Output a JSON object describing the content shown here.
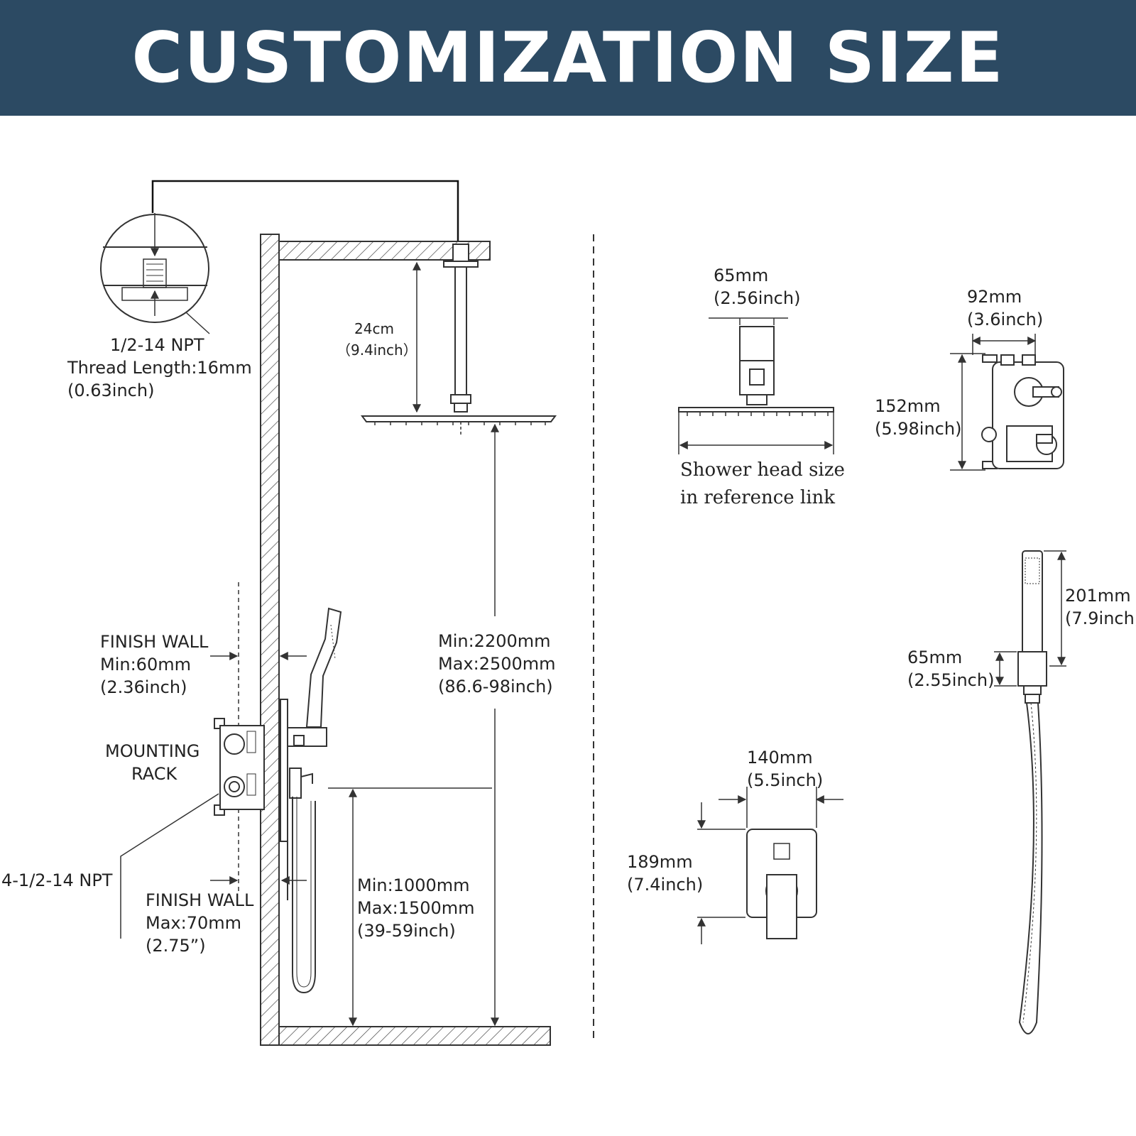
{
  "header": {
    "title": "CUSTOMIZATION SIZE"
  },
  "left_diagram": {
    "thread_callout": {
      "line1": "1/2-14 NPT",
      "line2": "Thread Length:16mm",
      "line3": "(0.63inch)"
    },
    "arm_length": {
      "line1": "24cm",
      "line2": "（9.4inch）"
    },
    "head_height": {
      "line1": "Min:2200mm",
      "line2": "Max:2500mm",
      "line3": "(86.6-98inch)"
    },
    "finish_wall_min": {
      "line1": "FINISH WALL",
      "line2": "Min:60mm",
      "line3": "(2.36inch)"
    },
    "mounting_rack": {
      "line1": "MOUNTING",
      "line2": "RACK"
    },
    "valve_npt": "4-1/2-14 NPT",
    "finish_wall_max": {
      "line1": "FINISH WALL",
      "line2": "Max:70mm",
      "line3": "(2.75”)"
    },
    "valve_height": {
      "line1": "Min:1000mm",
      "line2": "Max:1500mm",
      "line3": "(39-59inch)"
    }
  },
  "right_diagram": {
    "head_arm_width": {
      "line1": "65mm",
      "line2": "(2.56inch)"
    },
    "head_note": {
      "line1": "Shower head size",
      "line2": "in reference link"
    },
    "valve_width": {
      "line1": "92mm",
      "line2": "(3.6inch)"
    },
    "valve_height": {
      "line1": "152mm",
      "line2": "(5.98inch)"
    },
    "hand_length": {
      "line1": "201mm",
      "line2": "(7.9inch)"
    },
    "holder_height": {
      "line1": "65mm",
      "line2": "(2.55inch)"
    },
    "plate_width": {
      "line1": "140mm",
      "line2": "(5.5inch)"
    },
    "plate_height": {
      "line1": "189mm",
      "line2": "(7.4inch)"
    }
  }
}
